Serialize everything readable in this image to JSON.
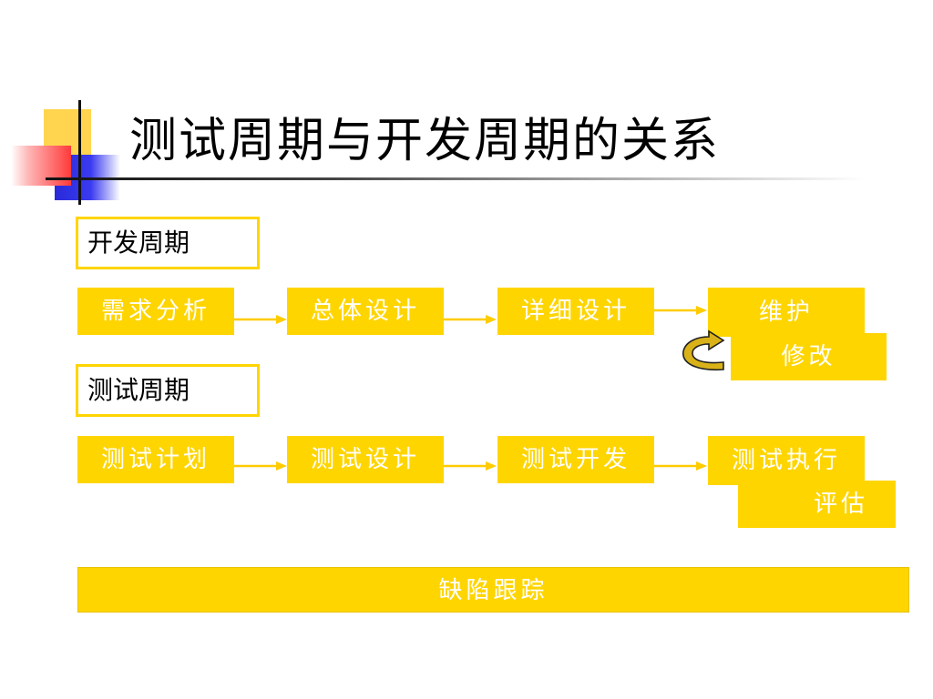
{
  "slide": {
    "title": "测试周期与开发周期的关系"
  },
  "dev_cycle": {
    "label": "开发周期",
    "steps": [
      "需求分析",
      "总体设计",
      "详细设计",
      "维护"
    ],
    "sub_step": "修改"
  },
  "test_cycle": {
    "label": "测试周期",
    "steps": [
      "测试计划",
      "测试设计",
      "测试开发",
      "测试执行"
    ],
    "sub_step": "评估"
  },
  "defect_bar": {
    "label": "缺陷跟踪"
  },
  "colors": {
    "box_fill": "#ffd500",
    "box_text": "#ffffff",
    "arrow": "#ffcc00"
  }
}
